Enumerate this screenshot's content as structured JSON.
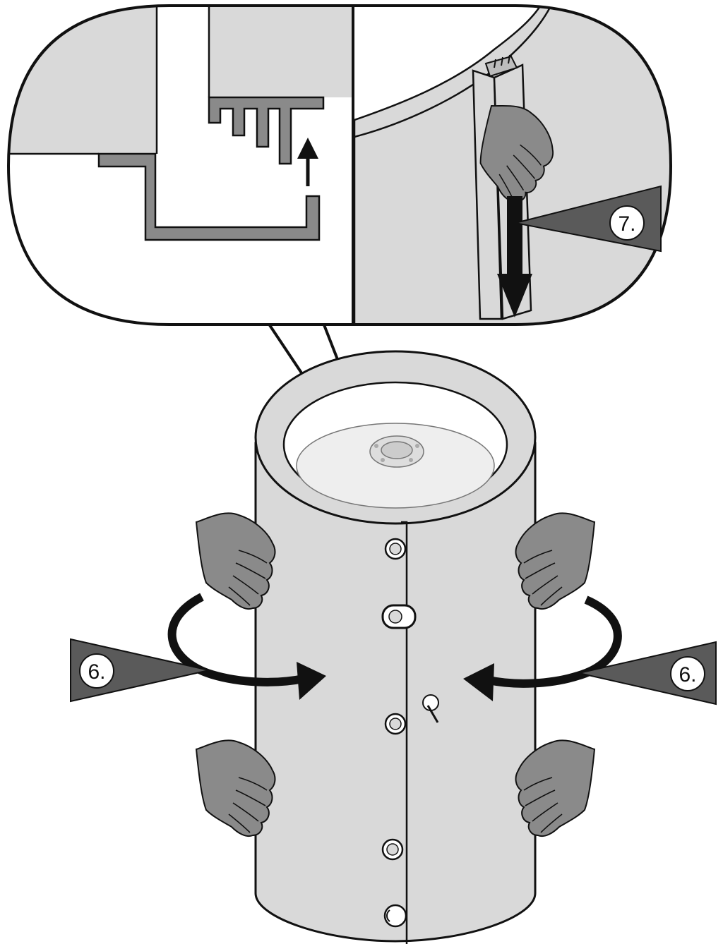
{
  "steps": [
    {
      "id": "step-6-left",
      "label": "6.",
      "action": "wrap-and-push",
      "arrow_direction": "right"
    },
    {
      "id": "step-6-right",
      "label": "6.",
      "action": "wrap-and-push",
      "arrow_direction": "left"
    },
    {
      "id": "step-7",
      "label": "7.",
      "action": "slide-strip-down",
      "arrow_direction": "down"
    }
  ],
  "detail_inset": {
    "subject": "interlocking-clip-joint",
    "arrow_direction": "up"
  },
  "colors": {
    "outline": "#111111",
    "jacket_fill": "#d9d9d9",
    "hand_fill": "#8a8a8a",
    "pointer_fill": "#5a5a5a",
    "background": "#ffffff"
  },
  "icons": [
    "hand-icon",
    "curved-arrow-icon",
    "straight-arrow-icon"
  ]
}
